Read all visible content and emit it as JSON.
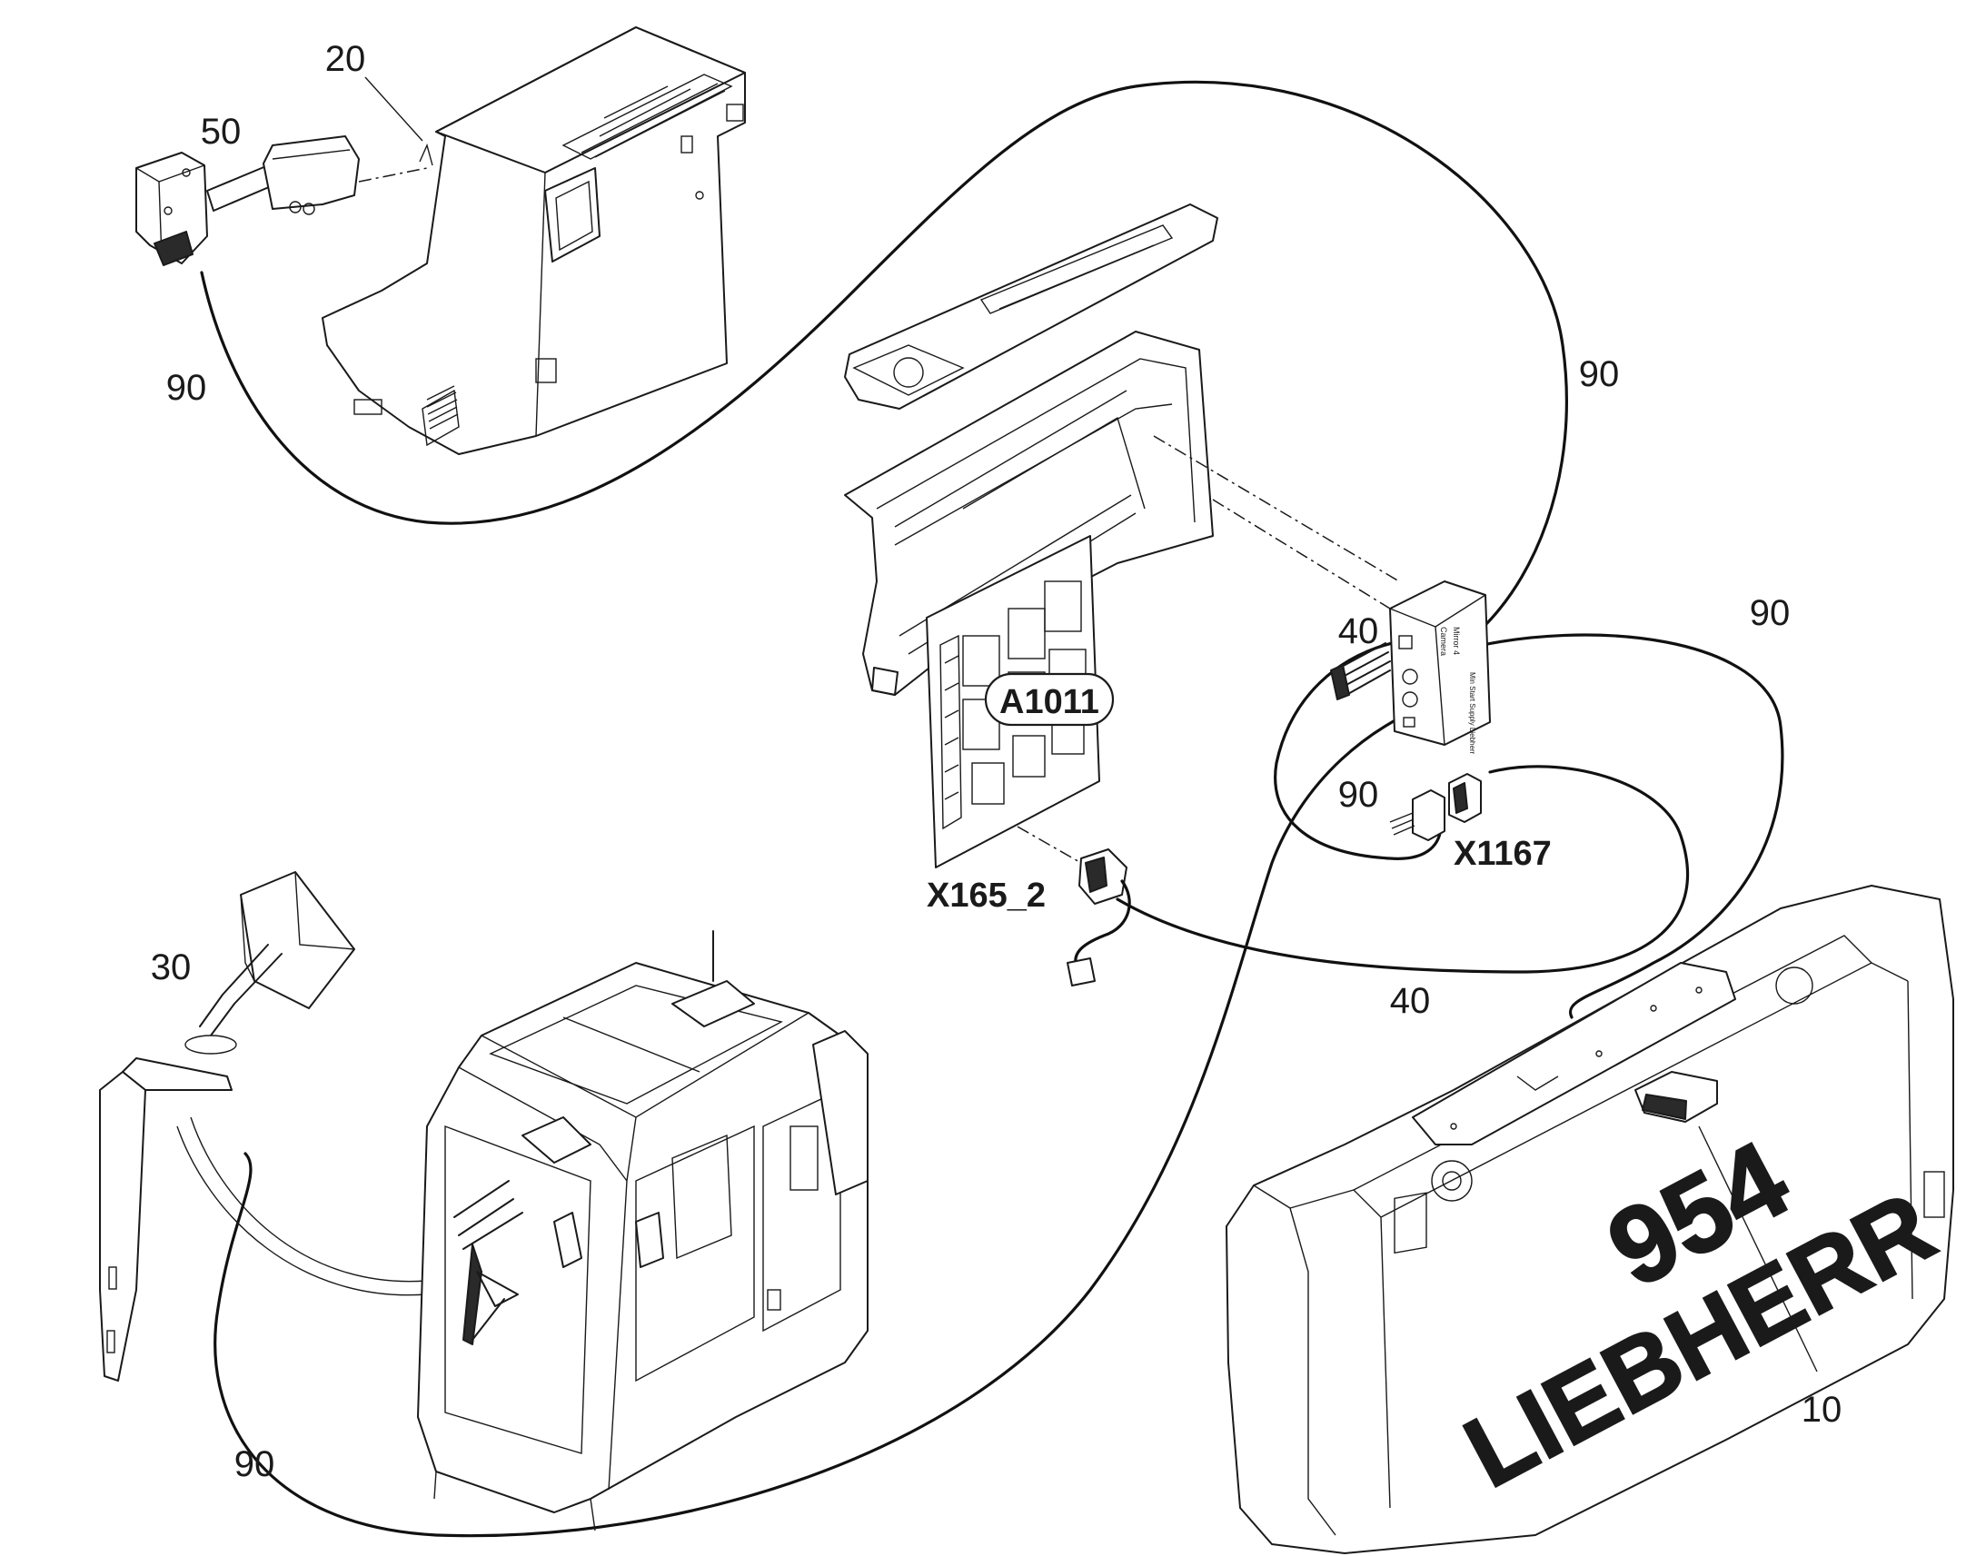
{
  "callouts": {
    "c20": "20",
    "c50": "50",
    "c90_topleft": "90",
    "c90_right_upper": "90",
    "c90_right_mid": "90",
    "c90_center": "90",
    "c90_bottom": "90",
    "c40_upper": "40",
    "c40_lower": "40",
    "c30": "30",
    "c10": "10"
  },
  "connectors": {
    "a1011": "A1011",
    "x1167": "X1167",
    "x165_2": "X165_2"
  },
  "counterweight": {
    "model": "954",
    "brand": "LIEBHERR"
  },
  "control_box_panel": {
    "line1": "Mirror 4",
    "line2": "Camera",
    "line3": "Min  Start  Supply  Liebherr"
  }
}
